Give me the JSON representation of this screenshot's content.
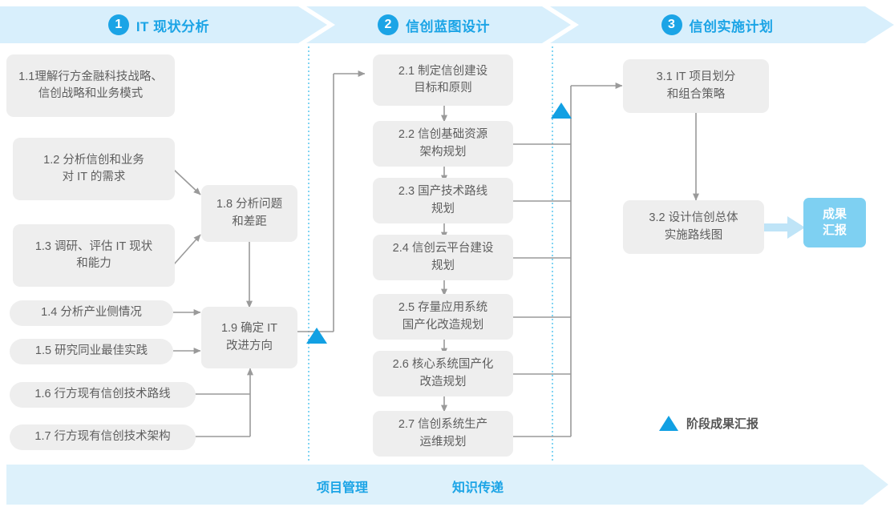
{
  "phases": [
    {
      "number": "1",
      "title": "IT 现状分析"
    },
    {
      "number": "2",
      "title": "信创蓝图设计"
    },
    {
      "number": "3",
      "title": "信创实施计划"
    }
  ],
  "phase1_nodes": [
    {
      "id": "1.1",
      "label": "1.1理解行方金融科技战略、\n信创战略和业务模式"
    },
    {
      "id": "1.2",
      "label": "1.2 分析信创和业务\n对 IT 的需求"
    },
    {
      "id": "1.3",
      "label": "1.3 调研、评估 IT 现状\n和能力"
    },
    {
      "id": "1.4",
      "label": "1.4 分析产业侧情况"
    },
    {
      "id": "1.5",
      "label": "1.5 研究同业最佳实践"
    },
    {
      "id": "1.6",
      "label": "1.6 行方现有信创技术路线"
    },
    {
      "id": "1.7",
      "label": "1.7 行方现有信创技术架构"
    },
    {
      "id": "1.8",
      "label": "1.8 分析问题\n和差距"
    },
    {
      "id": "1.9",
      "label": "1.9 确定 IT\n改进方向"
    }
  ],
  "phase2_nodes": [
    {
      "id": "2.1",
      "label": "2.1 制定信创建设\n目标和原则"
    },
    {
      "id": "2.2",
      "label": "2.2 信创基础资源\n架构规划"
    },
    {
      "id": "2.3",
      "label": "2.3 国产技术路线\n规划"
    },
    {
      "id": "2.4",
      "label": "2.4 信创云平台建设\n规划"
    },
    {
      "id": "2.5",
      "label": "2.5 存量应用系统\n国产化改造规划"
    },
    {
      "id": "2.6",
      "label": "2.6 核心系统国产化\n改造规划"
    },
    {
      "id": "2.7",
      "label": "2.7 信创系统生产\n运维规划"
    }
  ],
  "phase3_nodes": [
    {
      "id": "3.1",
      "label": "3.1 IT 项目划分\n和组合策略"
    },
    {
      "id": "3.2",
      "label": "3.2 设计信创总体\n实施路线图"
    }
  ],
  "result": {
    "label": "成果\n汇报"
  },
  "legend": {
    "label": "阶段成果汇报",
    "marker": "triangle-milestone"
  },
  "bottom": {
    "labels": [
      "项目管理",
      "知识传递"
    ]
  },
  "colors": {
    "accent": "#1ba4e6",
    "banner_bg": "#d8effc",
    "bottom_band_bg": "#ddf1fb",
    "node_bg": "#eeeeee",
    "node_text": "#5e5e5e",
    "result_bg": "#7ed0f2",
    "milestone": "#12a0e3",
    "line": "#9a9a9a",
    "divider": "#4ec3ee"
  }
}
